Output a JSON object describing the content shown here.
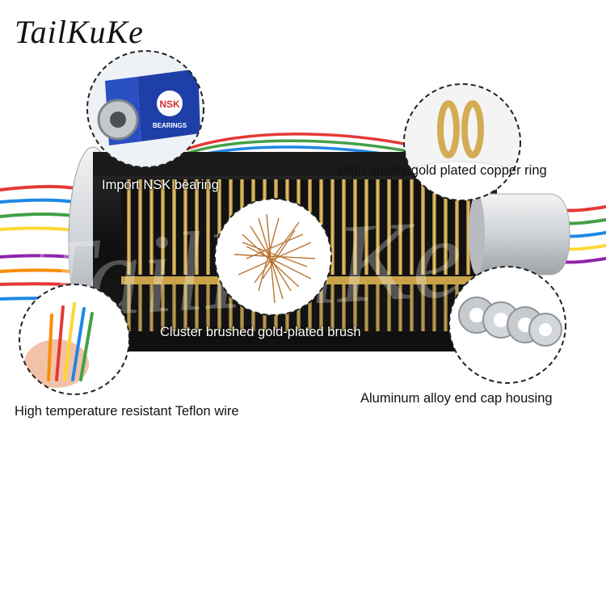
{
  "brand": {
    "name": "TailKuKe"
  },
  "watermark": {
    "text": "TailKuKe"
  },
  "callouts": {
    "bearing": "Import NSK bearing",
    "ring": "High quality gold plated copper ring",
    "brush": "Cluster brushed gold-plated brush",
    "wire": "High temperature resistant Teflon wire",
    "endcap": "Aluminum alloy end cap housing"
  },
  "bearing_box": {
    "brand": "NSK",
    "subtitle": "BEARINGS"
  },
  "colors": {
    "gold": "#c9a24a",
    "body": "#141414",
    "aluminum": "#d9dcdf",
    "dash": "#222222"
  }
}
